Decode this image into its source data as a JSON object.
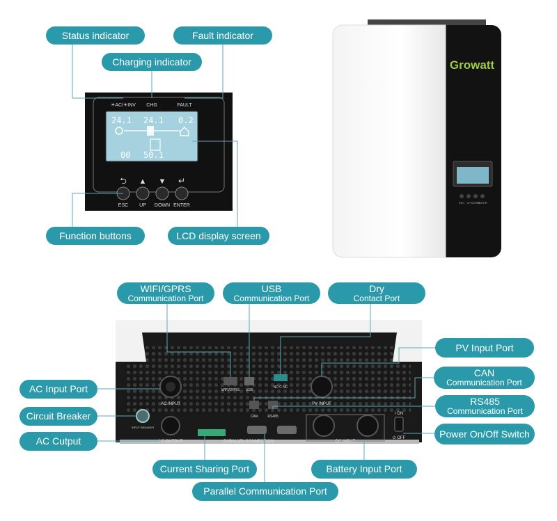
{
  "panel": {
    "top_labels": [
      "☀AC/☀INV",
      "CHG",
      "FAULT"
    ],
    "lcd_values": [
      "24.1",
      "24.1",
      "0.2",
      "00",
      "50.1"
    ],
    "button_labels": [
      "ESC",
      "UP",
      "DOWN",
      "ENTER"
    ]
  },
  "callouts": {
    "status_indicator": "Status indicator",
    "fault_indicator": "Fault indicator",
    "charging_indicator": "Charging indicator",
    "function_buttons": "Function buttons",
    "lcd_display_screen": "LCD display screen",
    "wifi_title": "WIFI/GPRS",
    "wifi_sub": "Communication Port",
    "usb_title": "USB",
    "usb_sub": "Communication Port",
    "dry_title": "Dry",
    "dry_sub": "Contact Port",
    "pv_input_port": "PV Input Port",
    "can_title": "CAN",
    "can_sub": "Communication Port",
    "rs485_title": "RS485",
    "rs485_sub": "Communication Port",
    "power_switch": "Power On/Off Switch",
    "ac_input_port": "AC Input Port",
    "circuit_breaker": "Circuit Breaker",
    "ac_output": "AC Cutput",
    "current_sharing_port": "Current Sharing Port",
    "battery_input_port": "Battery Input Port",
    "parallel_comm_port": "Parallel Communication Port"
  },
  "device": {
    "brand": "Growatt",
    "front_labels": [
      "ESC",
      "UP",
      "DOWN",
      "ENTER"
    ]
  },
  "bottom_labels": {
    "ac_input": "AC  INPUT",
    "wifi_gprs": "WIFI/GPRS",
    "usb": "USB",
    "nc_c_nc": "NC  C  NC",
    "pv_input": "PV  INPUT",
    "can": "CAN",
    "rs485": "RS485",
    "input_breaker": "INPUT BREAKER",
    "ac_output": "AC  OUTPUT",
    "parallel_connection": "PARALLEL  CONNECTION",
    "dc_input": "DC  INPUT",
    "switch_on": "I  ON",
    "switch_off": "⏻ OFF"
  },
  "colors": {
    "callout": "#2a9aaa",
    "leader": "#5aa9b5",
    "lcd": "#a6d2e0",
    "panel": "#1a1a1a"
  }
}
